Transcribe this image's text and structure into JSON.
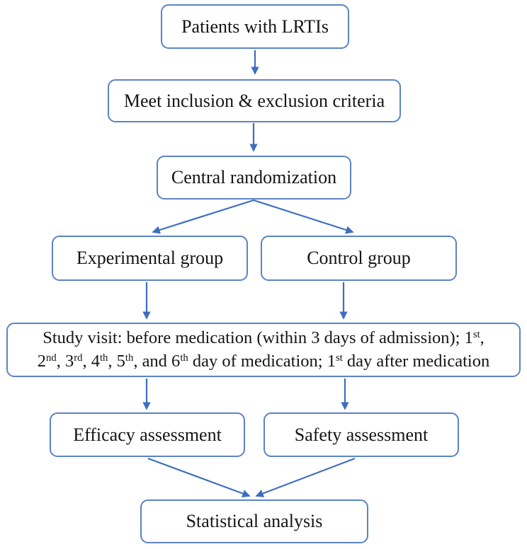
{
  "diagram": {
    "type": "flowchart",
    "colors": {
      "background": "#ffffff",
      "box_border": "#5b84c4",
      "arrow": "#3e6ebf",
      "text": "#151515"
    },
    "nodes": {
      "patients": {
        "label": "Patients with LRTIs"
      },
      "criteria": {
        "label": "Meet inclusion & exclusion criteria"
      },
      "randomization": {
        "label": "Central randomization"
      },
      "experimental": {
        "label": "Experimental group"
      },
      "control": {
        "label": "Control group"
      },
      "study_visit": {
        "label": "Study visit: before medication (within 3 days of admission); 1st, 2nd, 3rd, 4th, 5th, and 6th day of medication; 1st day after medication",
        "segments": [
          {
            "t": "Study visit: before medication (within 3 days of admission); 1"
          },
          {
            "t": "st",
            "sup": true
          },
          {
            "t": ","
          },
          {
            "br": true
          },
          {
            "t": "2"
          },
          {
            "t": "nd",
            "sup": true
          },
          {
            "t": ", 3"
          },
          {
            "t": "rd",
            "sup": true
          },
          {
            "t": ", 4"
          },
          {
            "t": "th",
            "sup": true
          },
          {
            "t": ", 5"
          },
          {
            "t": "th",
            "sup": true
          },
          {
            "t": ", and 6"
          },
          {
            "t": "th",
            "sup": true
          },
          {
            "t": " day of medication; 1"
          },
          {
            "t": "st",
            "sup": true
          },
          {
            "t": " day after medication"
          }
        ]
      },
      "efficacy": {
        "label": "Efficacy assessment"
      },
      "safety": {
        "label": "Safety assessment"
      },
      "statistical": {
        "label": "Statistical analysis"
      }
    },
    "edges": [
      {
        "from": "patients",
        "to": "criteria"
      },
      {
        "from": "criteria",
        "to": "randomization"
      },
      {
        "from": "randomization",
        "to": "experimental"
      },
      {
        "from": "randomization",
        "to": "control"
      },
      {
        "from": "experimental",
        "to": "study_visit"
      },
      {
        "from": "control",
        "to": "study_visit"
      },
      {
        "from": "study_visit",
        "to": "efficacy"
      },
      {
        "from": "study_visit",
        "to": "safety"
      },
      {
        "from": "efficacy",
        "to": "statistical"
      },
      {
        "from": "safety",
        "to": "statistical"
      }
    ]
  }
}
